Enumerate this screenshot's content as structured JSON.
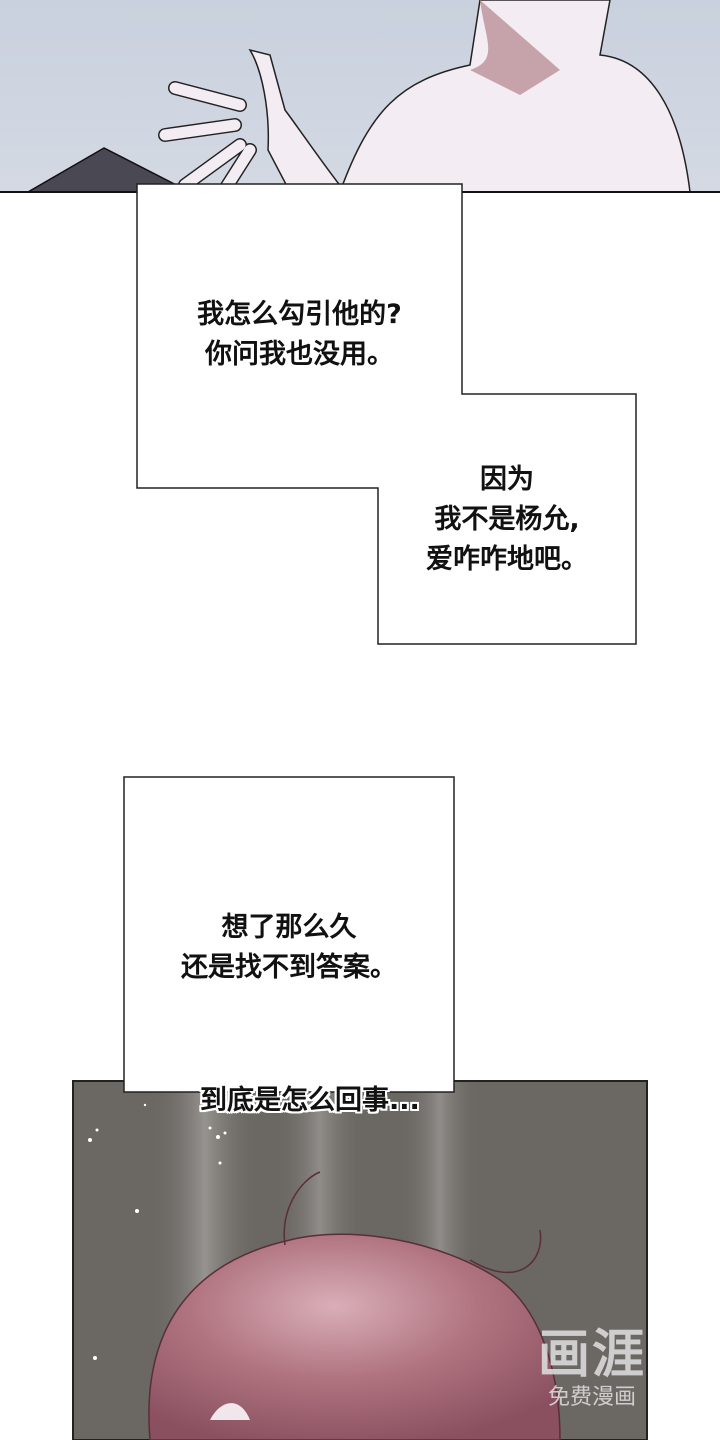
{
  "bubbles": [
    {
      "lines": [
        "我怎么勾引他的?",
        "你问我也没用。"
      ]
    },
    {
      "lines": [
        "因为",
        "我不是杨允,",
        "爱咋咋地吧。"
      ]
    },
    {
      "lines": [
        "想了那么久",
        "还是找不到答案。"
      ]
    }
  ],
  "caption": "到底是怎么回事...",
  "watermark": {
    "logo": "画涯",
    "subtitle": "免费漫画"
  },
  "colors": {
    "sky": "#cdd4e0",
    "skin": "#f3ecf2",
    "dark_panel": "#6b6763",
    "hair": "#a86a78"
  }
}
